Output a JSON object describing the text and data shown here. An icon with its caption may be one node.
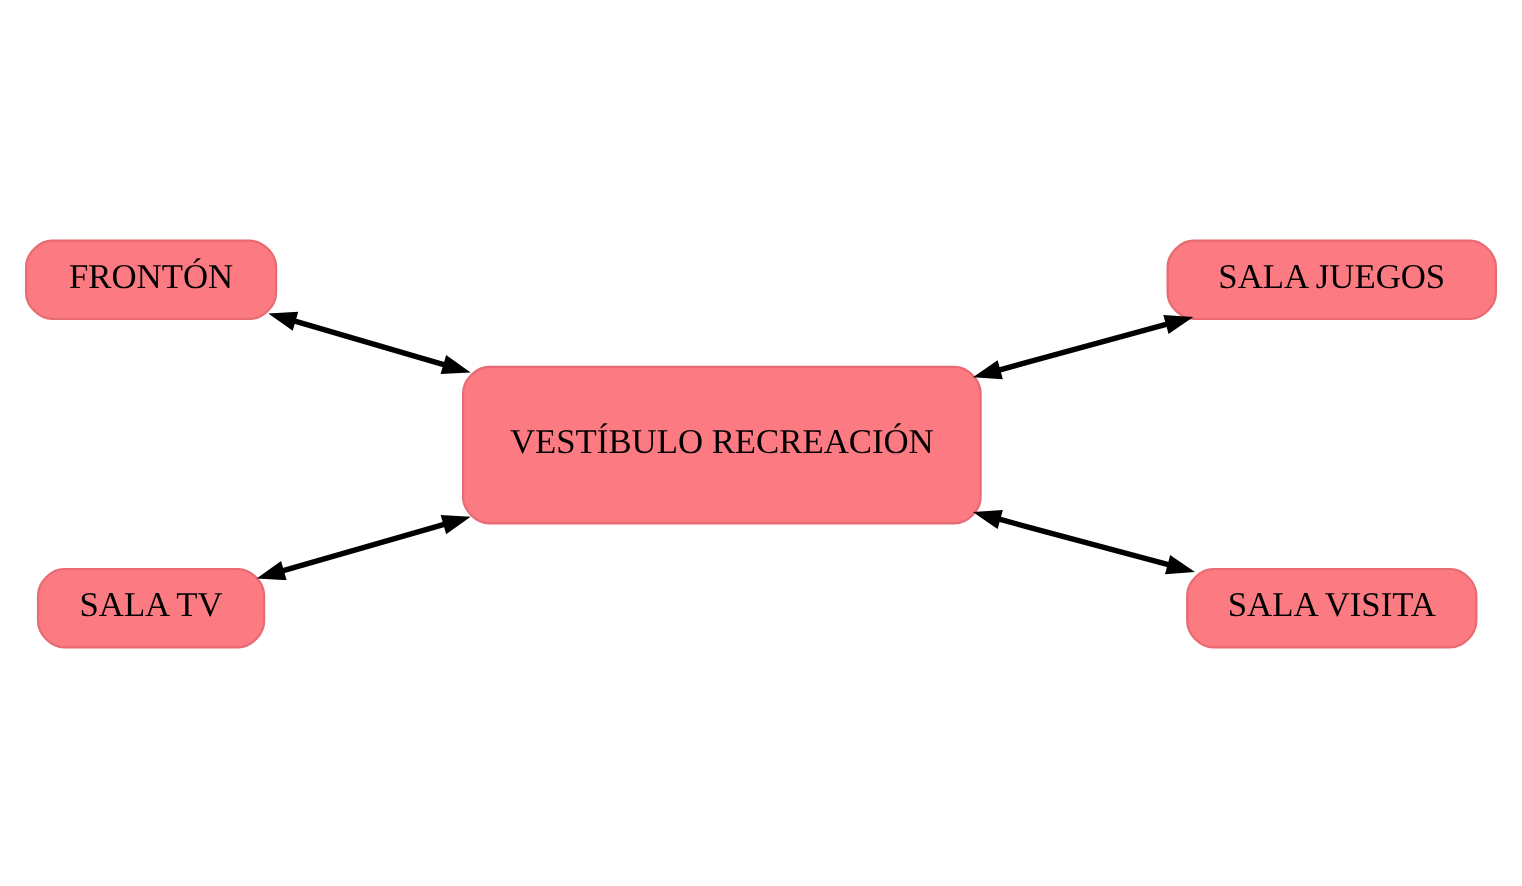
{
  "diagram": {
    "nodes": [
      {
        "text": [
          "FRONTÓN"
        ]
      },
      {
        "text": [
          "SALA JUEGOS"
        ]
      },
      {
        "text": [
          "VESTÍBULO RECREACIÓN"
        ]
      },
      {
        "text": [
          "SALA TV"
        ]
      },
      {
        "text": [
          "SALA VISITA"
        ]
      }
    ],
    "edges": [
      {
        "from": 0,
        "to": 2,
        "arrow": "both"
      },
      {
        "from": 2,
        "to": 1,
        "arrow": "both"
      },
      {
        "from": 3,
        "to": 2,
        "arrow": "both"
      },
      {
        "from": 2,
        "to": 4,
        "arrow": "both"
      }
    ]
  }
}
